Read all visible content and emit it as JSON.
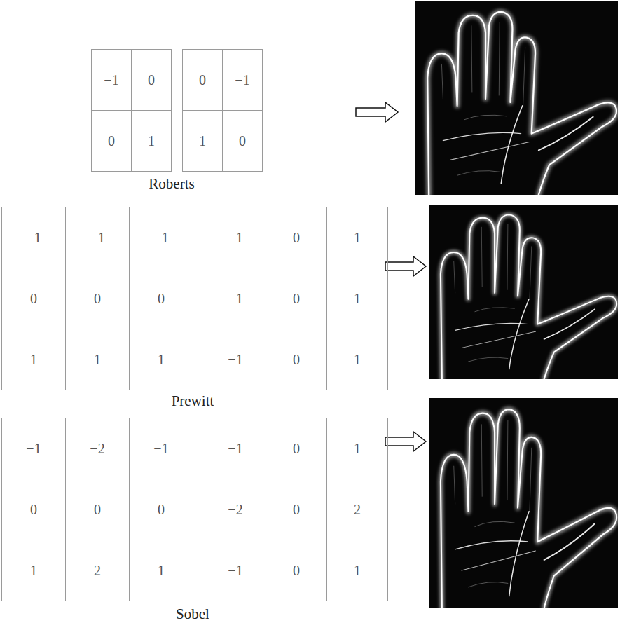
{
  "diagram": {
    "labels": [
      "−1",
      "0",
      "0",
      "1",
      "0",
      "−1",
      "1",
      "0",
      "Roberts",
      "−1",
      "−1",
      "−1",
      "0",
      "0",
      "0",
      "1",
      "1",
      "1",
      "−1",
      "0",
      "1",
      "−1",
      "0",
      "1",
      "−1",
      "0",
      "1",
      "Prewitt",
      "−1",
      "−2",
      "−1",
      "0",
      "0",
      "0",
      "1",
      "2",
      "1",
      "−1",
      "0",
      "1",
      "−2",
      "0",
      "2",
      "−1",
      "0",
      "1",
      "Sobel"
    ]
  }
}
